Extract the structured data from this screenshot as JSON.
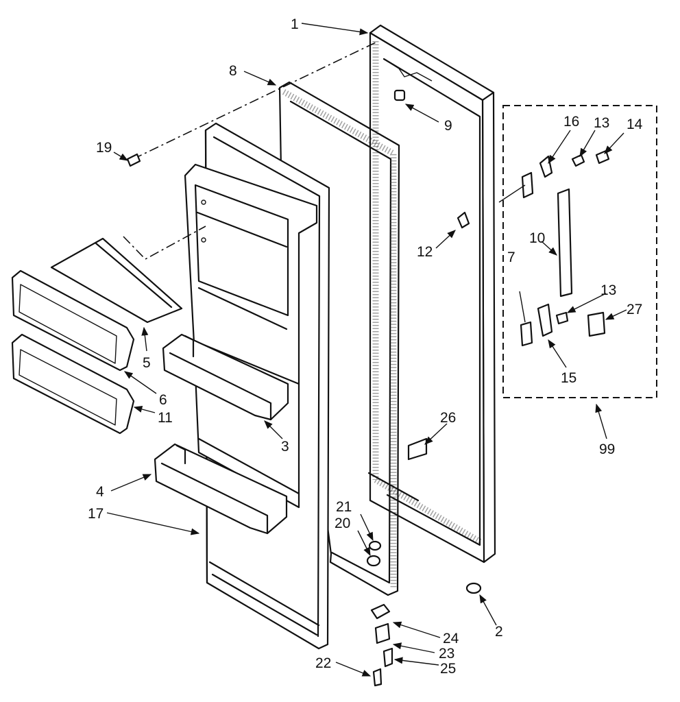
{
  "callouts": {
    "c1": "1",
    "c2": "2",
    "c3": "3",
    "c4": "4",
    "c5": "5",
    "c6": "6",
    "c7": "7",
    "c8": "8",
    "c9": "9",
    "c10": "10",
    "c11": "11",
    "c12": "12",
    "c13a": "13",
    "c13b": "13",
    "c14": "14",
    "c15": "15",
    "c16": "16",
    "c17": "17",
    "c19": "19",
    "c20": "20",
    "c21": "21",
    "c22": "22",
    "c23": "23",
    "c24": "24",
    "c25": "25",
    "c26": "26",
    "c27": "27",
    "c99": "99"
  }
}
